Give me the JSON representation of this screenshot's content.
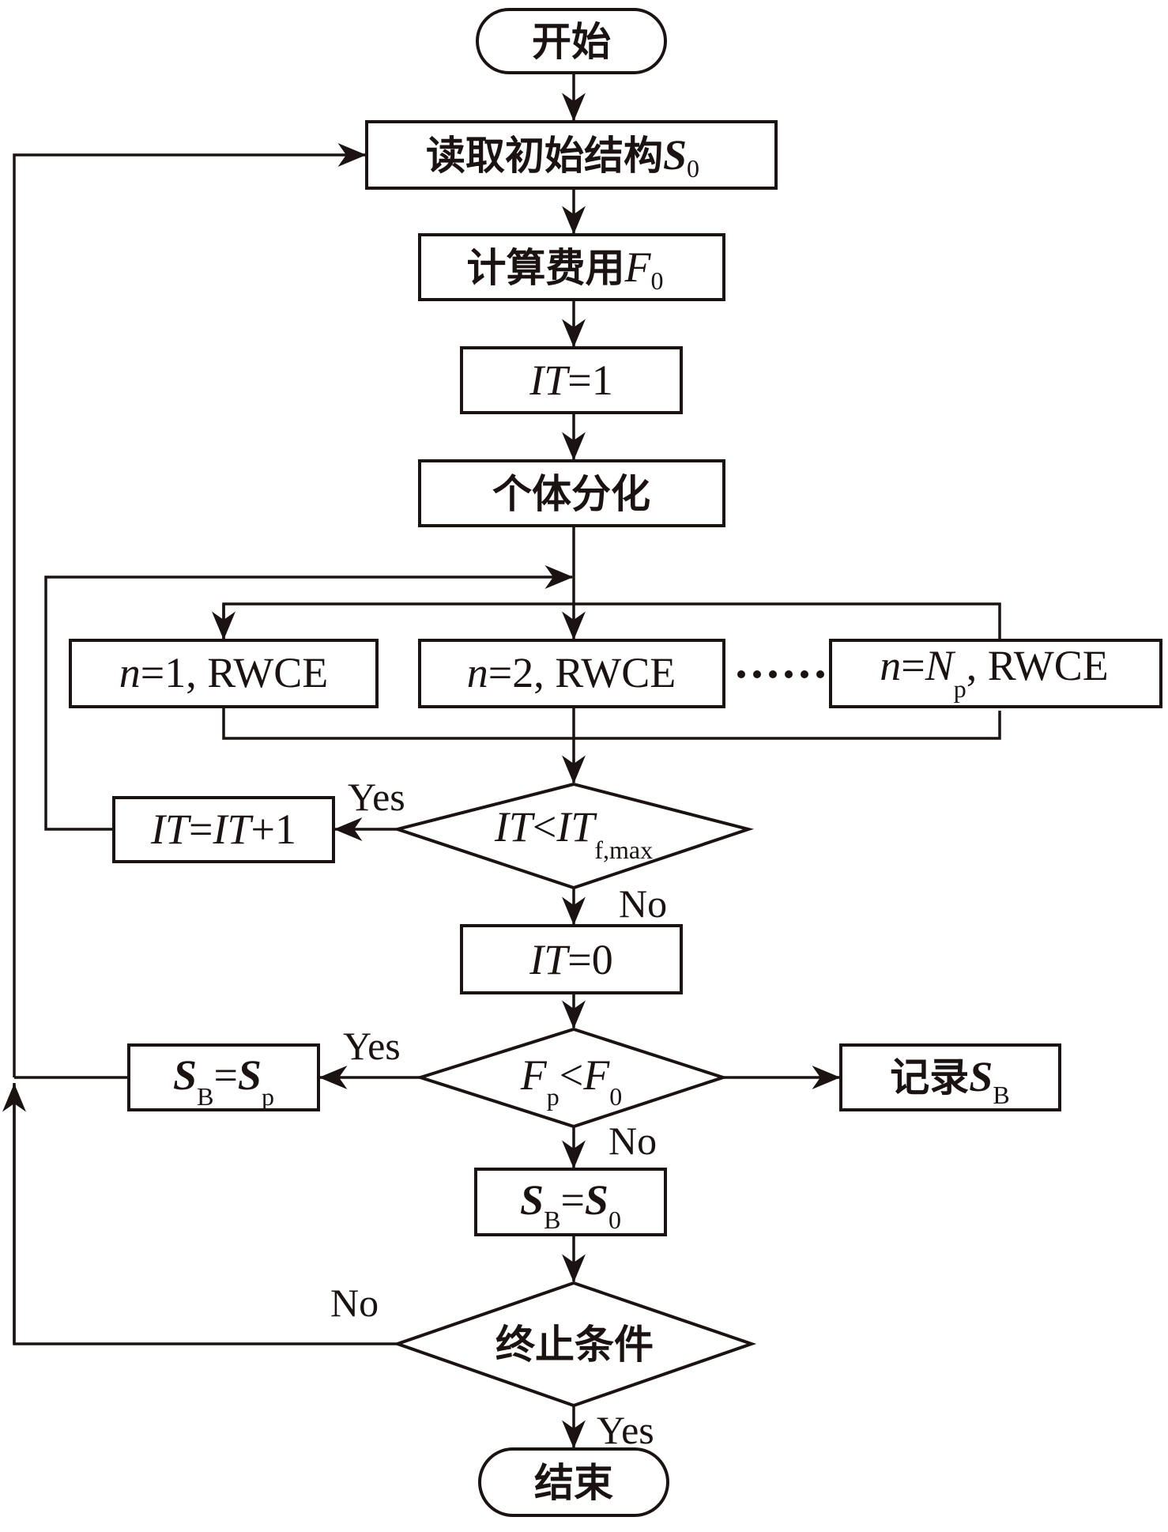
{
  "diagram": {
    "type": "flowchart",
    "nodes": {
      "start": {
        "text": "开始"
      },
      "read_structure": {
        "text": "读取初始结构",
        "var": "S",
        "sub": "0"
      },
      "compute_cost": {
        "text": "计算费用",
        "var": "F",
        "sub": "0"
      },
      "it_init": {
        "var": "IT",
        "rest": "=1"
      },
      "individual_diff": {
        "text": "个体分化"
      },
      "rwce_1": {
        "var": "n",
        "rest": "=1, RWCE"
      },
      "rwce_2": {
        "var": "n",
        "rest": "=2, RWCE"
      },
      "rwce_np": {
        "var": "n",
        "eq": "=",
        "var2": "N",
        "sub": "p",
        "rest": ", RWCE"
      },
      "ellipsis": {
        "text": "……"
      },
      "cond_iter": {
        "var": "IT",
        "op": "<",
        "var2": "IT",
        "sub": "f,max"
      },
      "it_increment": {
        "var": "IT",
        "eq": "=",
        "var2": "IT",
        "rest": "+1"
      },
      "it_reset": {
        "var": "IT",
        "rest": "=0"
      },
      "cond_cost": {
        "var": "F",
        "sub": "p",
        "op": "<",
        "var2": "F",
        "sub2": "0"
      },
      "sb_sp": {
        "var": "S",
        "sub": "B",
        "op": "=",
        "var2": "S",
        "sub2": "p"
      },
      "record_sb": {
        "text": "记录",
        "var": "S",
        "sub": "B"
      },
      "sb_s0": {
        "var": "S",
        "sub": "B",
        "op": "=",
        "var2": "S",
        "sub2": "0"
      },
      "cond_stop": {
        "text": "终止条件"
      },
      "end": {
        "text": "结束"
      }
    },
    "edge_labels": {
      "cond_iter_yes": "Yes",
      "cond_iter_no": "No",
      "cond_cost_yes": "Yes",
      "cond_cost_no": "No",
      "cond_stop_no": "No",
      "cond_stop_yes": "Yes"
    },
    "colors": {
      "stroke": "#1a1311",
      "background": "#ffffff"
    }
  }
}
